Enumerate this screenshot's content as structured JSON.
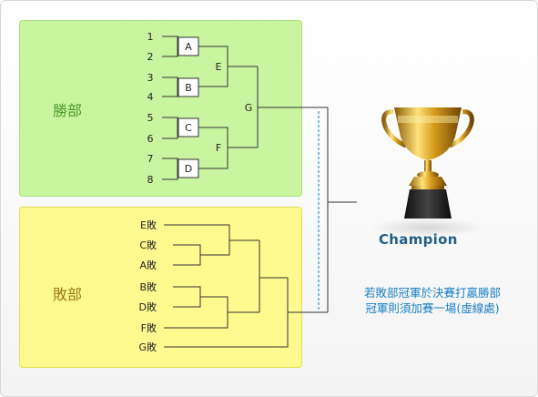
{
  "winners": {
    "title": "勝部",
    "seeds": [
      "1",
      "2",
      "3",
      "4",
      "5",
      "6",
      "7",
      "8"
    ],
    "round1": [
      "A",
      "B",
      "C",
      "D"
    ],
    "round2": [
      "E",
      "F"
    ],
    "final": "G"
  },
  "losers": {
    "title": "敗部",
    "entries": [
      "E敗",
      "C敗",
      "A敗",
      "B敗",
      "D敗",
      "F敗",
      "G敗"
    ]
  },
  "trophy": {
    "caption": "Champion"
  },
  "note": [
    "若敗部冠軍於決賽打贏勝部",
    "冠軍則須加賽一場(虛線處)"
  ],
  "colors": {
    "winners_bg": "#c9f5a0",
    "losers_bg": "#fdfa8f",
    "line": "#333333",
    "dashed": "#3aa0d8",
    "note_text": "#1a7fc4",
    "champion_text": "#245f86"
  }
}
